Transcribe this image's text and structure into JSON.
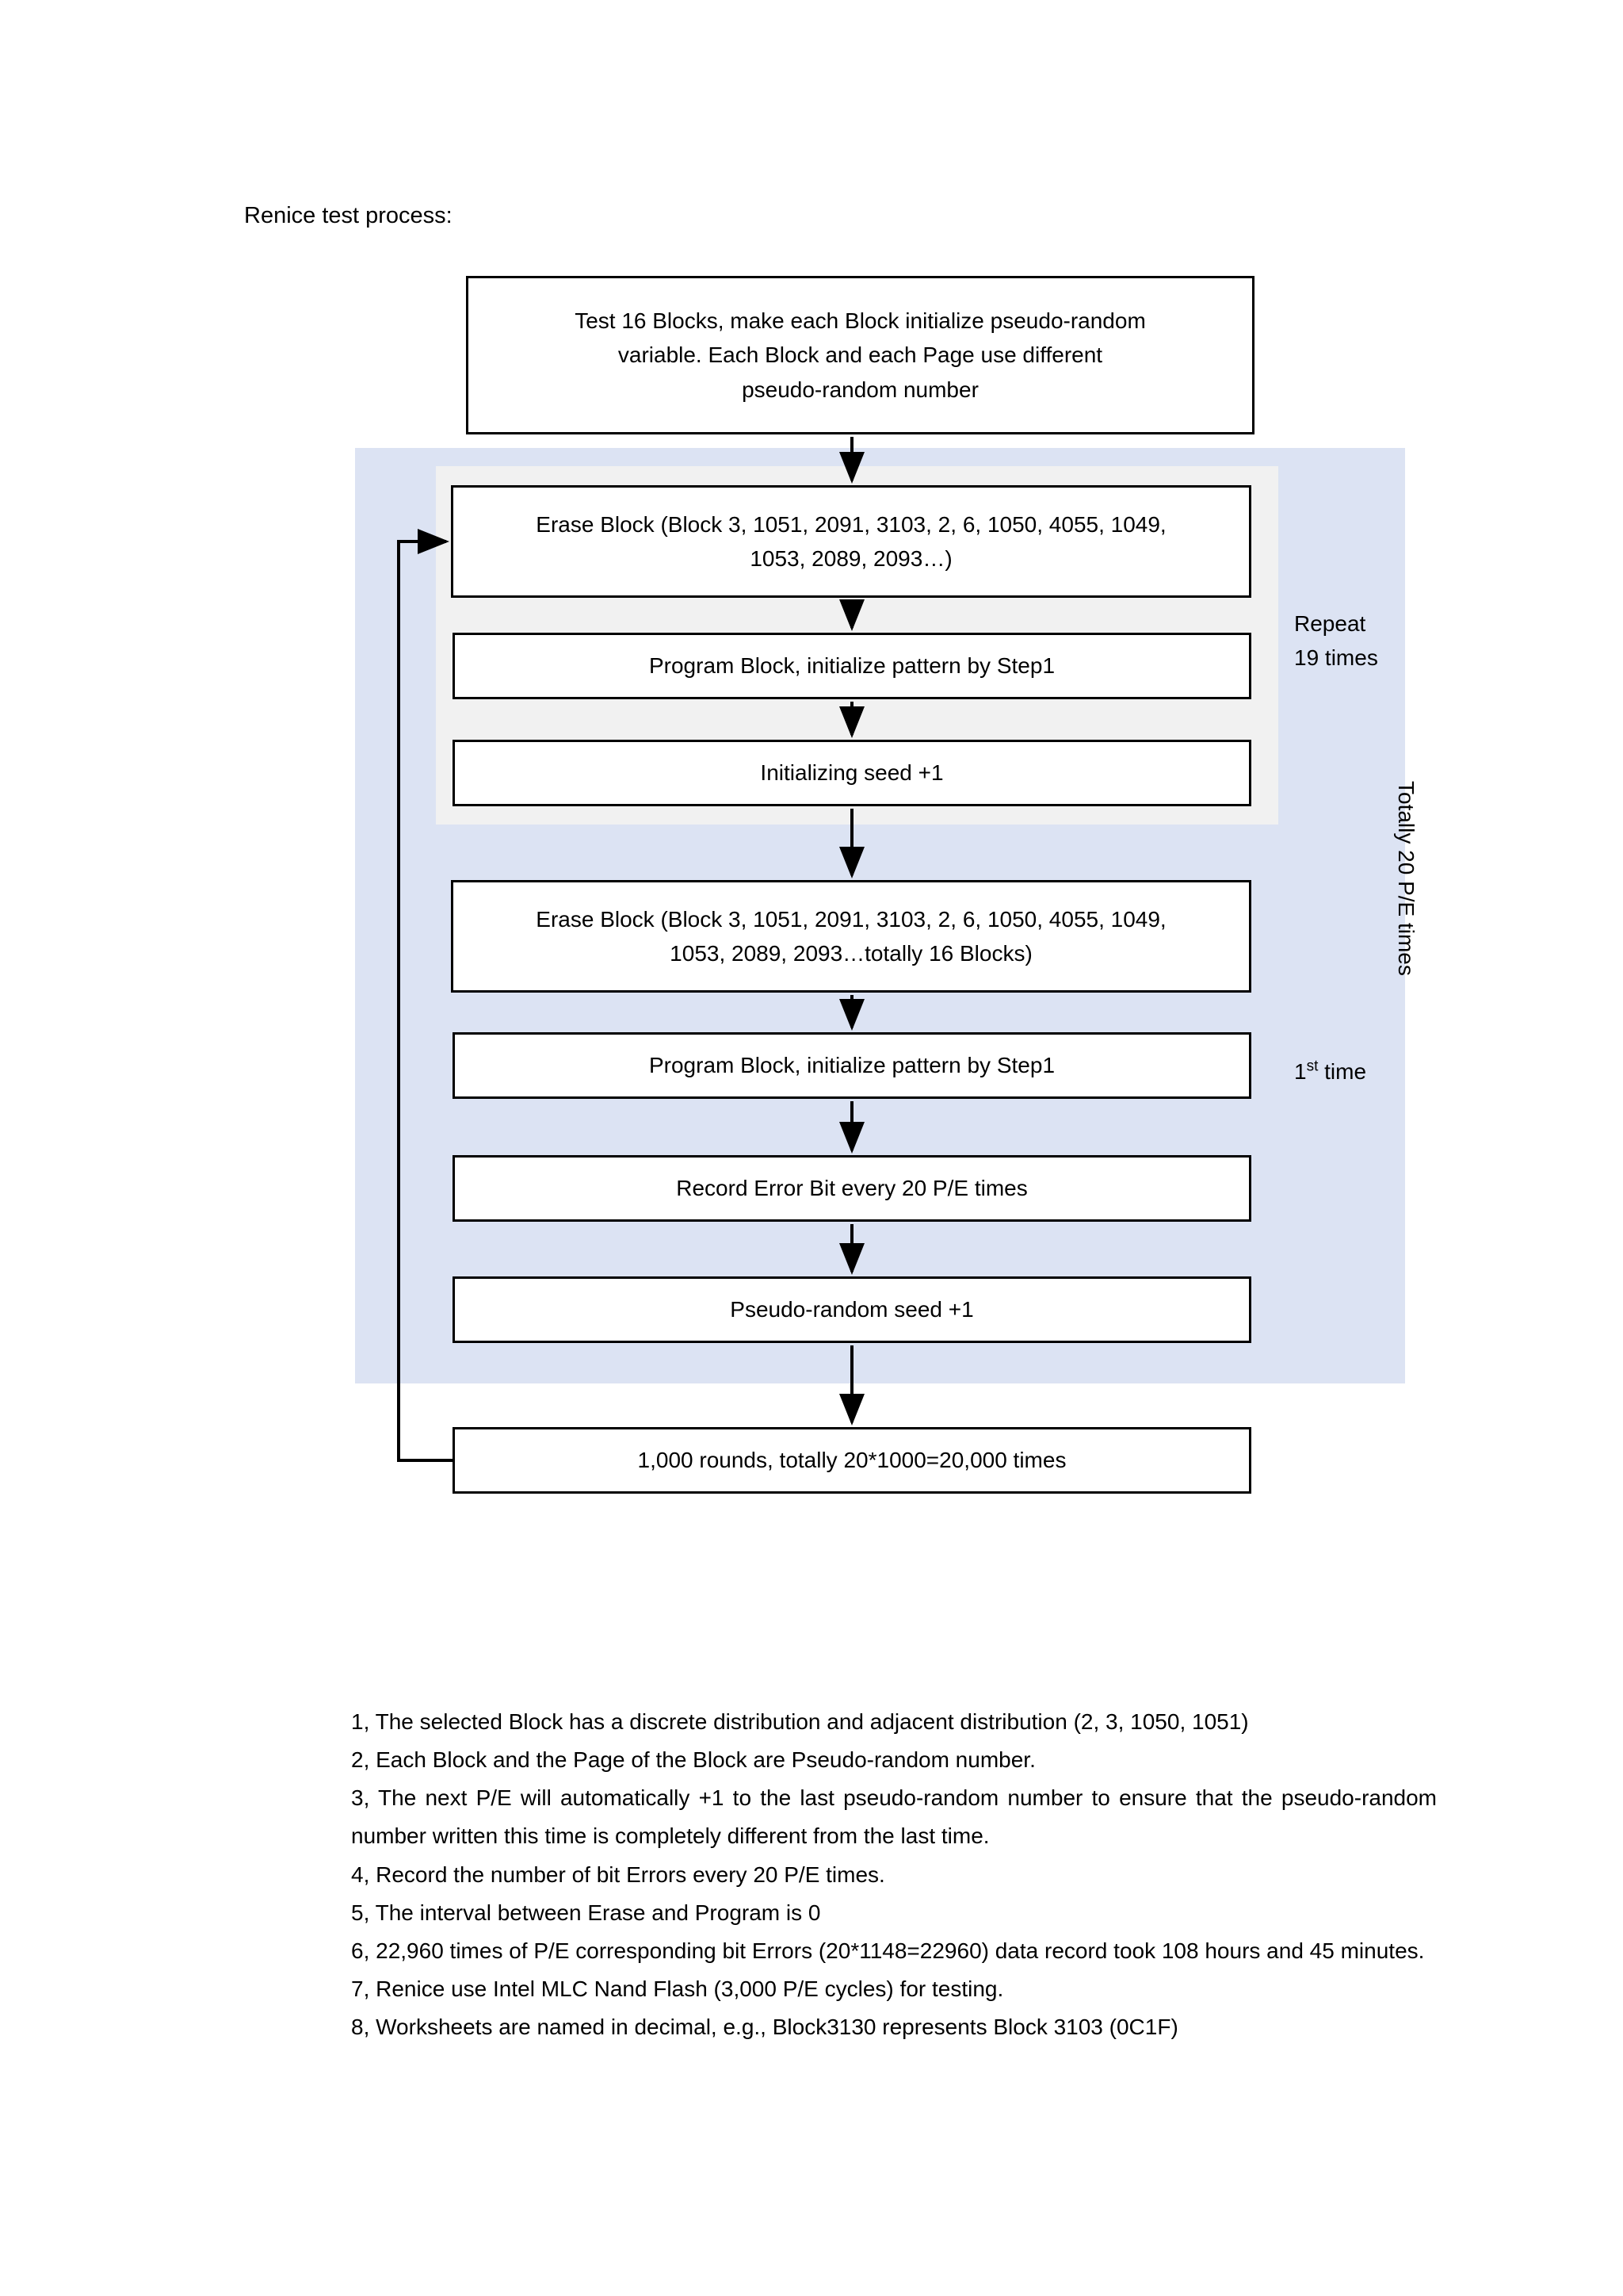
{
  "document": {
    "title": "Renice test process:"
  },
  "flow": {
    "nodes": [
      {
        "id": "intro",
        "lines": [
          "Test 16 Blocks, make each Block initialize pseudo-random",
          "variable. Each Block and each Page use different",
          "pseudo-random number"
        ]
      },
      {
        "id": "erase1",
        "lines": [
          "Erase Block (Block 3, 1051, 2091, 3103, 2, 6, 1050, 4055, 1049,",
          "1053, 2089, 2093…)"
        ]
      },
      {
        "id": "program1",
        "lines": [
          "Program Block, initialize pattern by Step1"
        ]
      },
      {
        "id": "seed1",
        "lines": [
          "Initializing seed +1"
        ]
      },
      {
        "id": "erase2",
        "lines": [
          "Erase Block (Block 3, 1051, 2091, 3103, 2, 6, 1050, 4055, 1049,",
          "1053, 2089, 2093…totally 16 Blocks)"
        ]
      },
      {
        "id": "program2",
        "lines": [
          "Program Block, initialize pattern by Step1"
        ]
      },
      {
        "id": "record",
        "lines": [
          "Record Error Bit every 20 P/E times"
        ]
      },
      {
        "id": "seed2",
        "lines": [
          "Pseudo-random seed +1"
        ]
      },
      {
        "id": "rounds",
        "lines": [
          "1,000 rounds, totally 20*1000=20,000 times"
        ]
      }
    ],
    "annotations": {
      "repeat_line1": "Repeat",
      "repeat_line2": "19 times",
      "first_time_number": "1",
      "first_time_ordinal": "st",
      "first_time_word": "time",
      "totally_rotated": "Totally 20 P/E times"
    },
    "colors": {
      "outer_region": "#dce3f3",
      "inner_region": "#f1f1f1",
      "box_border": "#000000",
      "box_fill": "#ffffff",
      "connector": "#000000"
    }
  },
  "notes": [
    "1, The selected Block has a discrete distribution and adjacent distribution (2, 3, 1050, 1051)",
    "2, Each Block and the Page of the Block are Pseudo-random number.",
    "3, The next P/E will automatically +1 to the last pseudo-random number to ensure that the pseudo-random number written this time is completely different from the last time.",
    "4, Record the number of bit Errors every 20 P/E times.",
    "5, The interval between Erase and Program is 0",
    "6, 22,960 times of P/E corresponding bit Errors (20*1148=22960) data record took 108 hours and 45 minutes.",
    "7, Renice use Intel MLC Nand Flash (3,000 P/E cycles) for testing.",
    "8, Worksheets are named in decimal, e.g., Block3130 represents Block 3103 (0C1F)"
  ]
}
